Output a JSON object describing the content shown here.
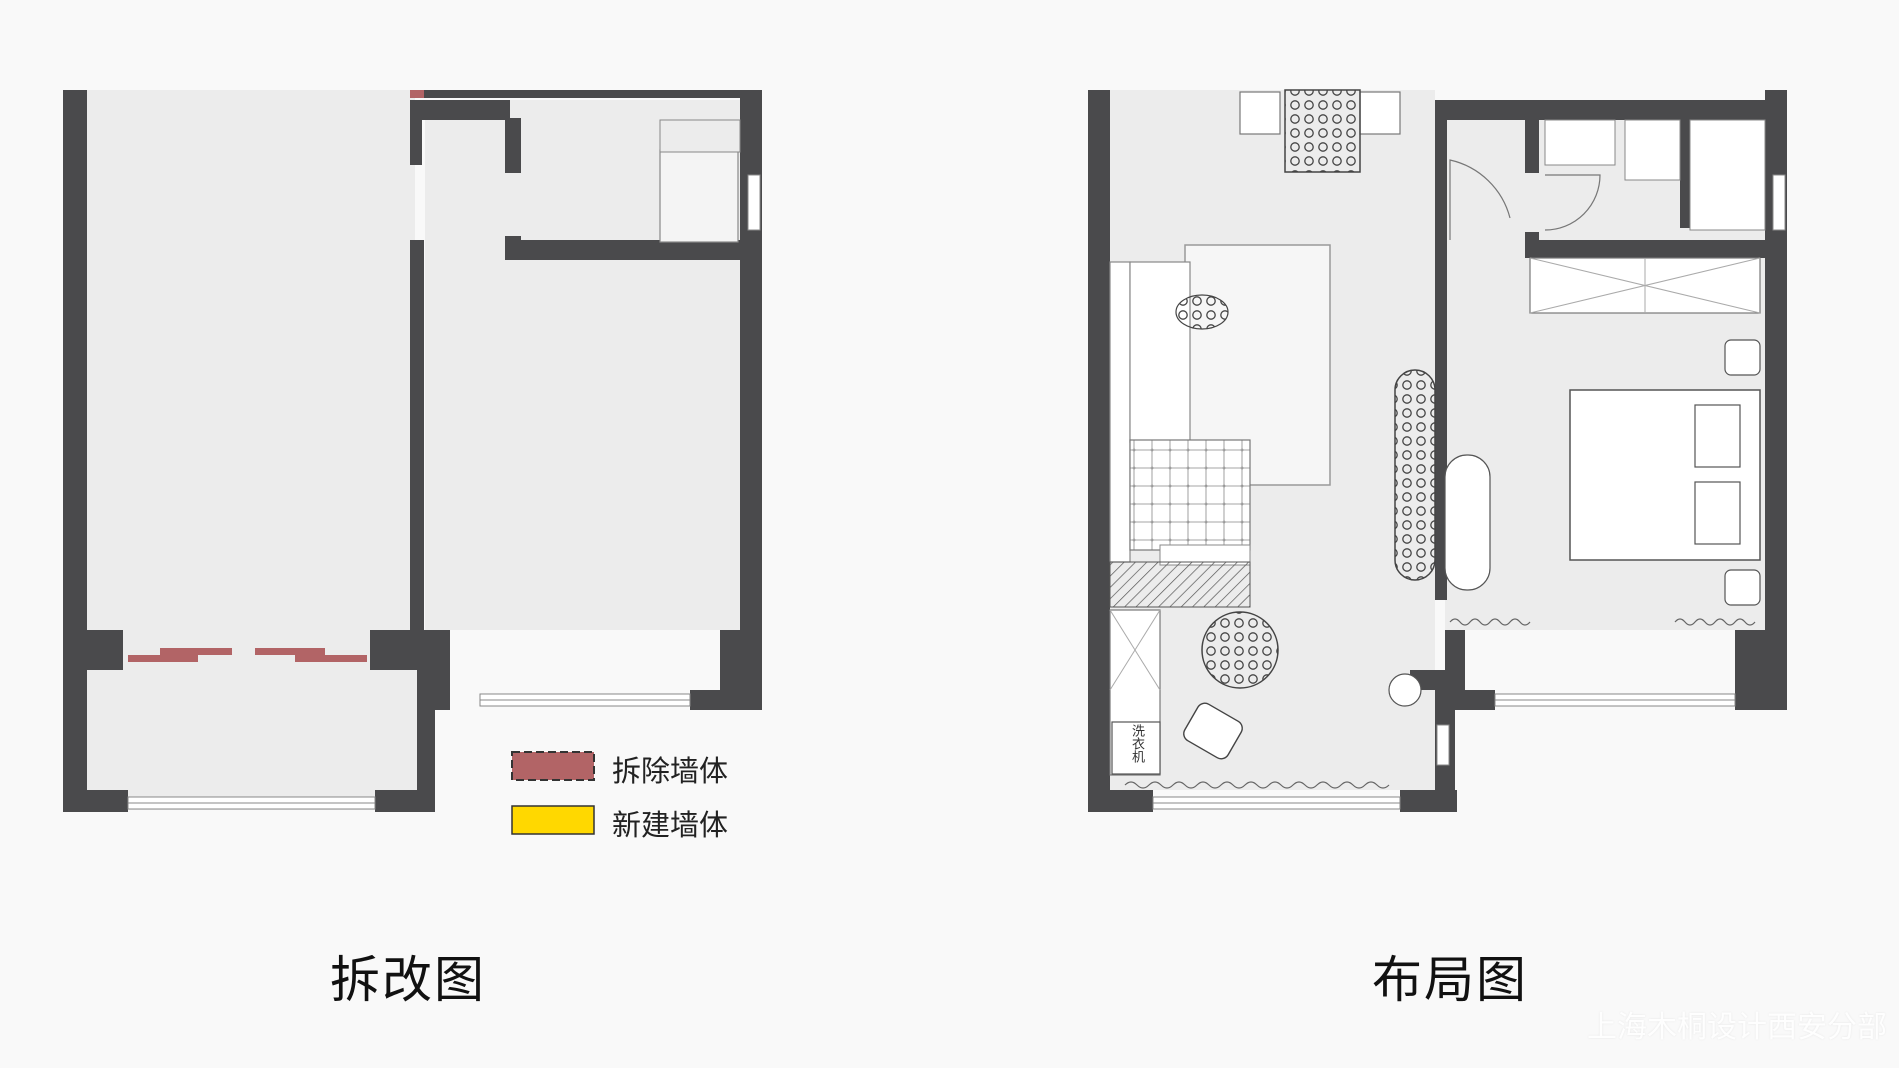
{
  "titles": {
    "left": "拆改图",
    "right": "布局图"
  },
  "legend": {
    "demolish_label": "拆除墙体",
    "new_label": "新建墙体"
  },
  "appliance_label": "洗衣机",
  "watermark": "上海木桐设计西安分部",
  "colors": {
    "wall": "#4a4a4c",
    "floor": "#ececec",
    "background": "#f9f9f9",
    "demolish": "#b26466",
    "new": "#ffd800"
  }
}
